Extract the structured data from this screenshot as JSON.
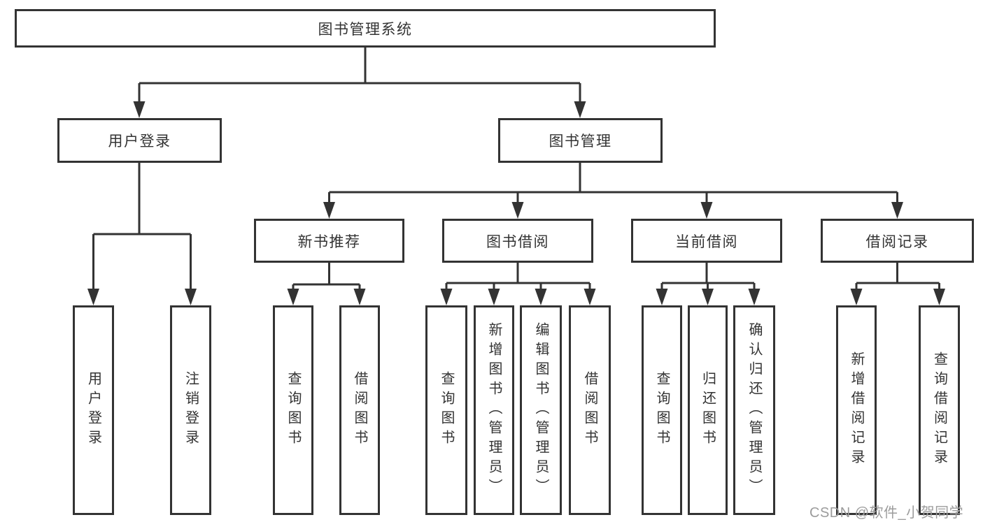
{
  "diagram": {
    "root": {
      "label": "图书管理系统"
    },
    "branches": [
      {
        "label": "用户登录",
        "children": [
          {
            "label": "用户登录"
          },
          {
            "label": "注销登录"
          }
        ]
      },
      {
        "label": "图书管理",
        "children": [
          {
            "label": "新书推荐",
            "children": [
              {
                "label": "查询图书"
              },
              {
                "label": "借阅图书"
              }
            ]
          },
          {
            "label": "图书借阅",
            "children": [
              {
                "label": "查询图书"
              },
              {
                "label": "新增图书（管理员）"
              },
              {
                "label": "编辑图书（管理员）"
              },
              {
                "label": "借阅图书"
              }
            ]
          },
          {
            "label": "当前借阅",
            "children": [
              {
                "label": "查询图书"
              },
              {
                "label": "归还图书"
              },
              {
                "label": "确认归还（管理员）"
              }
            ]
          },
          {
            "label": "借阅记录",
            "children": [
              {
                "label": "新增借阅记录"
              },
              {
                "label": "查询借阅记录"
              }
            ]
          }
        ]
      }
    ]
  },
  "watermark": {
    "text": "CSDN @软件_小贺同学"
  },
  "colors": {
    "line": "#333333",
    "text": "#333333",
    "box_background": "#ffffff",
    "page_background": "#ffffff",
    "watermark": "#9c9c9c"
  }
}
